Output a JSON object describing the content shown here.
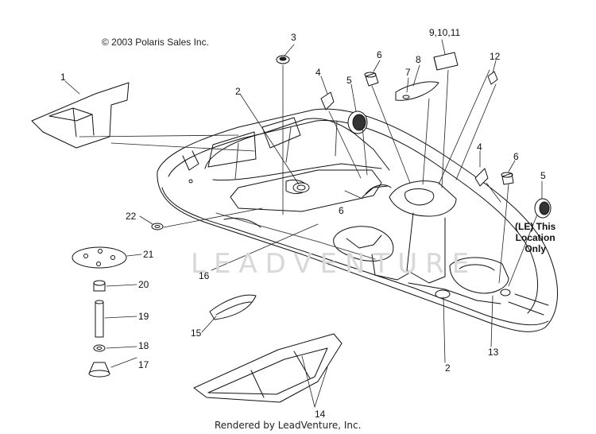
{
  "copyright": "© 2003 Polaris Sales Inc.",
  "footer": "Rendered by LeadVenture, Inc.",
  "watermark": "LEADVENTURE",
  "note": [
    "(LE) This",
    "Location",
    "Only"
  ],
  "callouts": [
    "1",
    "2",
    "3",
    "4",
    "5",
    "6",
    "7",
    "8",
    "9,10,11",
    "12",
    "4",
    "6",
    "5",
    "6",
    "2",
    "13",
    "14",
    "15",
    "16",
    "17",
    "18",
    "19",
    "20",
    "21",
    "22"
  ]
}
